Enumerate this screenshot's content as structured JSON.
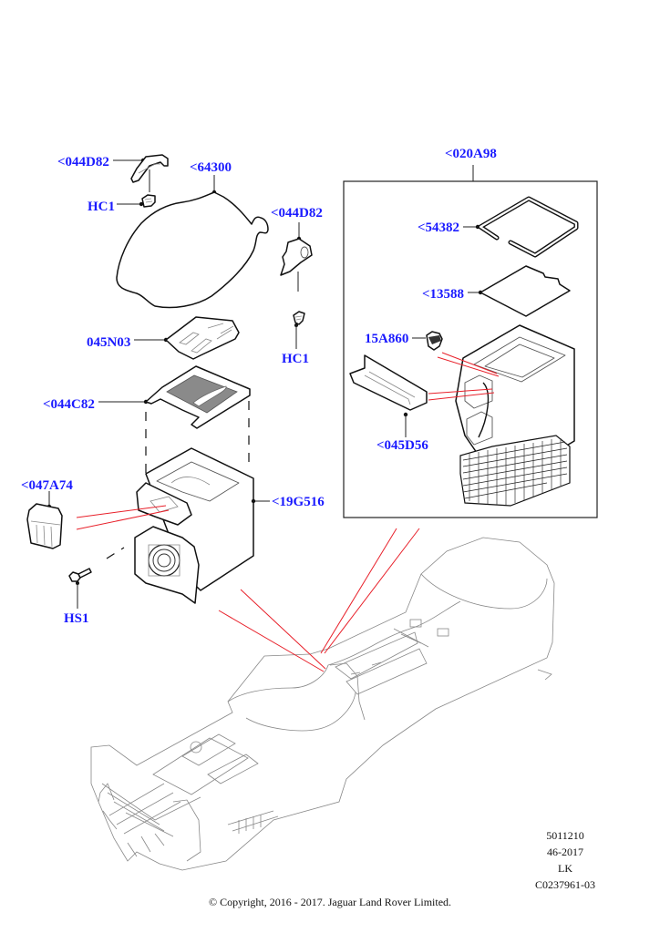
{
  "diagram": {
    "title": "Center console refrigerator / cooler box exploded parts diagram",
    "callouts": [
      {
        "id": "c-044d82-left",
        "label": "<044D82"
      },
      {
        "id": "c-64300",
        "label": "<64300"
      },
      {
        "id": "c-hc1-left",
        "label": "HC1"
      },
      {
        "id": "c-044d82-right",
        "label": "<044D82"
      },
      {
        "id": "c-hc1-right",
        "label": "HC1"
      },
      {
        "id": "c-045n03",
        "label": "045N03"
      },
      {
        "id": "c-044c82",
        "label": "<044C82"
      },
      {
        "id": "c-047a74",
        "label": "<047A74"
      },
      {
        "id": "c-19g516",
        "label": "<19G516"
      },
      {
        "id": "c-hs1",
        "label": "HS1"
      },
      {
        "id": "c-020a98",
        "label": "<020A98"
      },
      {
        "id": "c-54382",
        "label": "<54382"
      },
      {
        "id": "c-13588",
        "label": "<13588"
      },
      {
        "id": "c-15a860",
        "label": "15A860"
      },
      {
        "id": "c-045d56",
        "label": "<045D56"
      }
    ],
    "colors": {
      "callout_text": "#1a1aff",
      "leader_line": "#111111",
      "reference_line": "#e8202a",
      "grille_fill": "#8a8a8a"
    }
  },
  "footer": {
    "ref_lines": [
      "5011210",
      "46-2017",
      "LK",
      "C0237961-03"
    ],
    "copyright": "© Copyright, 2016 - 2017. Jaguar Land Rover Limited."
  }
}
